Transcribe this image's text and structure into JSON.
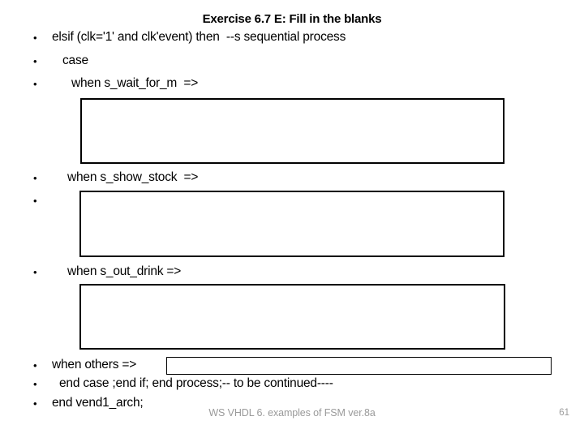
{
  "slide": {
    "title": "Exercise 6.7 E: Fill in the blanks",
    "bullet_glyph": "•",
    "lines": [
      {
        "text": "elsif (clk='1' and clk'event) then  --s sequential process"
      },
      {
        "text": "case"
      },
      {
        "text": "when s_wait_for_m  =>"
      },
      {
        "text": "when s_show_stock  =>"
      },
      {
        "text": "when s_out_drink =>"
      },
      {
        "text": "when others =>"
      },
      {
        "text": "end case ;end if; end process;-- to be continued----"
      },
      {
        "text": "end vend1_arch;"
      }
    ],
    "blanks": [
      {
        "value": ""
      },
      {
        "value": ""
      },
      {
        "value": ""
      },
      {
        "value": ""
      }
    ],
    "footer": {
      "text": "WS VHDL 6. examples of FSM ver.8a",
      "page": "61"
    },
    "colors": {
      "background": "#ffffff",
      "text": "#000000",
      "box_border": "#000000",
      "footer_gray": "#9a9a9a"
    }
  }
}
